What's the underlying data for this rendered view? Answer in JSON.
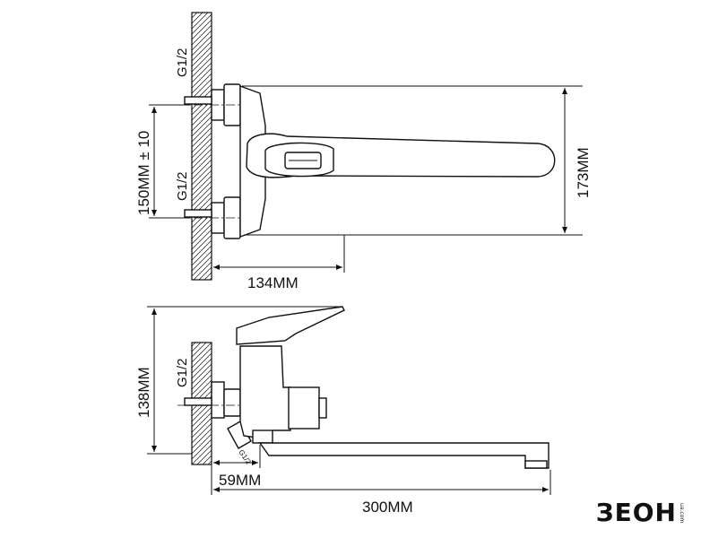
{
  "top_view": {
    "thread_top": "G1/2",
    "thread_bottom": "G1/2",
    "dim_spacing": "150MM ± 10",
    "dim_height": "173MM",
    "dim_offset": "134MM"
  },
  "side_view": {
    "thread_wall": "G1/2",
    "thread_eccentric": "G1/2",
    "dim_height": "138MM",
    "dim_offset": "59MM",
    "dim_spout": "300MM"
  },
  "logo": {
    "text": "ЗЕОН",
    "subtext": "ua.com"
  }
}
